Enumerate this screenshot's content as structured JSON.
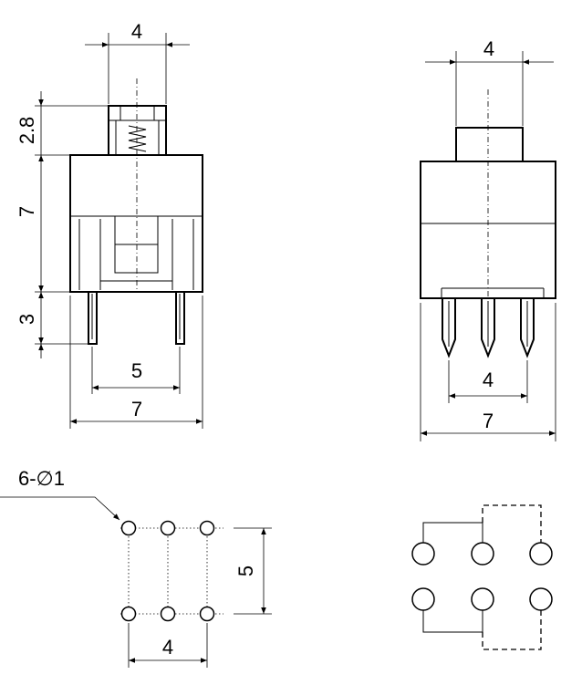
{
  "front_view": {
    "dim_top_width": "4",
    "dim_button_height": "2.8",
    "dim_body_height": "7",
    "dim_pin_length": "3",
    "dim_pin_spacing": "5",
    "dim_body_width": "7"
  },
  "side_view": {
    "dim_top_width": "4",
    "dim_pin_spacing": "4",
    "dim_body_width": "7"
  },
  "footprint": {
    "hole_note": "6-∅1",
    "dim_row_spacing": "5",
    "dim_col_spacing": "4"
  }
}
